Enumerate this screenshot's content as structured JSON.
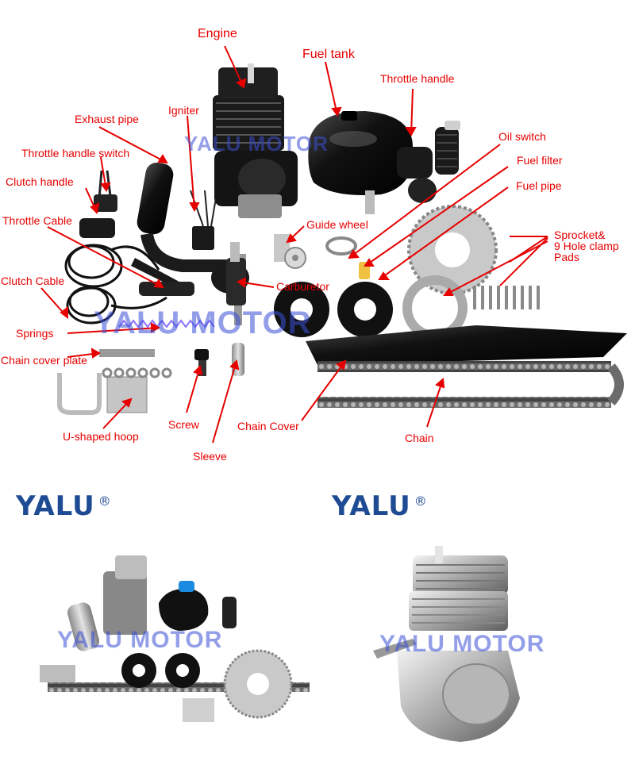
{
  "labels": {
    "engine": "Engine",
    "fuel_tank": "Fuel tank",
    "throttle_handle": "Throttle handle",
    "exhaust_pipe": "Exhaust pipe",
    "igniter": "Igniter",
    "oil_switch": "Oil switch",
    "throttle_handle_switch": "Throttle handle switch",
    "fuel_filter": "Fuel filter",
    "clutch_handle": "Clutch handle",
    "fuel_pipe": "Fuel pipe",
    "throttle_cable": "Throttle Cable",
    "guide_wheel": "Guide wheel",
    "sprocket_line1": "Sprocket&",
    "sprocket_line2": "9 Hole clamp",
    "sprocket_line3": "Pads",
    "carburetor": "Carburetor",
    "clutch_cable": "Clutch Cable",
    "springs": "Springs",
    "chain_cover_plate": "Chain cover plate",
    "chain_cover": "Chain Cover",
    "screw": "Screw",
    "u_shaped_hoop": "U-shaped hoop",
    "chain": "Chain",
    "sleeve": "Sleeve"
  },
  "watermark": "YALU MOTOR",
  "brand": {
    "name": "YALU",
    "mark": "®"
  },
  "colors": {
    "label_red": "#e60000",
    "brand_blue": "#1e4b93",
    "watermark_blue": "#3b4fd6"
  }
}
